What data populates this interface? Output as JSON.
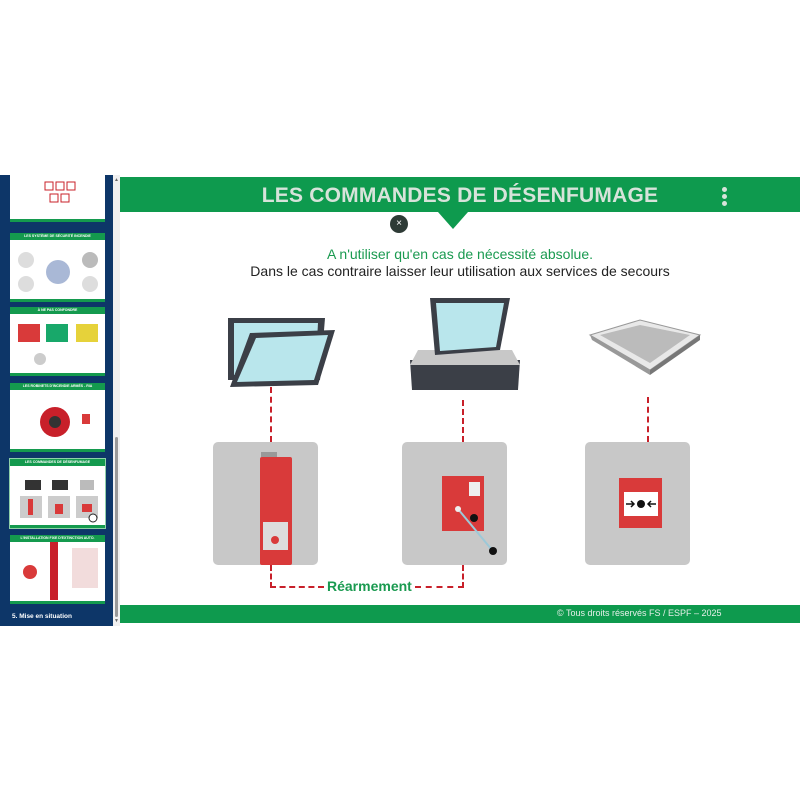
{
  "sidebar": {
    "slides": [
      {
        "title": ""
      },
      {
        "title": "LES SYSTÈME DE SÉCURITÉ INCENDIE"
      },
      {
        "title": "À NE PAS CONFONDRE"
      },
      {
        "title": "LES ROBINETS D'INCENDIE ARMÉS - RIA"
      },
      {
        "title": "LES COMMANDES DE DÉSENFUMAGE"
      },
      {
        "title": "L'INSTALLATION FIXE D'EXTINCTION AUTO."
      }
    ],
    "section_label": "5. Mise en situation"
  },
  "slide": {
    "title": "LES COMMANDES DE DÉSENFUMAGE",
    "line1": "A n'utiliser qu'en cas de nécessité absolue.",
    "line2": "Dans le cas contraire laisser leur utilisation aux services de secours",
    "rearm_label": "Réarmement",
    "footer": "© Tous droits réservés FS / ESPF – 2025",
    "close_label": "×"
  },
  "colors": {
    "green": "#0e9a4e",
    "navy": "#0d3668",
    "red": "#d93a3a",
    "grey": "#c8c8c8"
  }
}
